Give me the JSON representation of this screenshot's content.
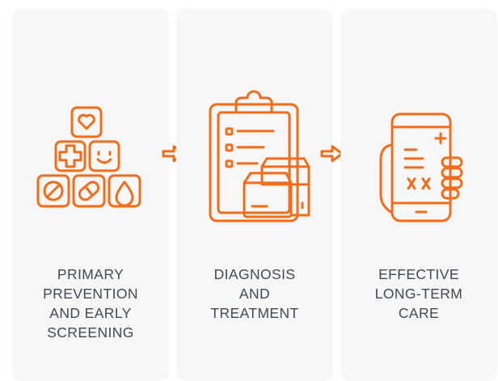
{
  "accent_color": "#f26c1a",
  "text_color": "#3f4a55",
  "steps": [
    {
      "icon": "prevention-blocks-icon",
      "label_lines": [
        "PRIMARY",
        "PREVENTION",
        "AND EARLY",
        "SCREENING"
      ]
    },
    {
      "icon": "clipboard-treatment-icon",
      "label_lines": [
        "DIAGNOSIS",
        "AND",
        "TREATMENT"
      ]
    },
    {
      "icon": "mobile-care-icon",
      "label_lines": [
        "EFFECTIVE",
        "LONG-TERM",
        "CARE"
      ]
    }
  ],
  "arrows": [
    "arrow-right-icon",
    "arrow-right-icon"
  ]
}
